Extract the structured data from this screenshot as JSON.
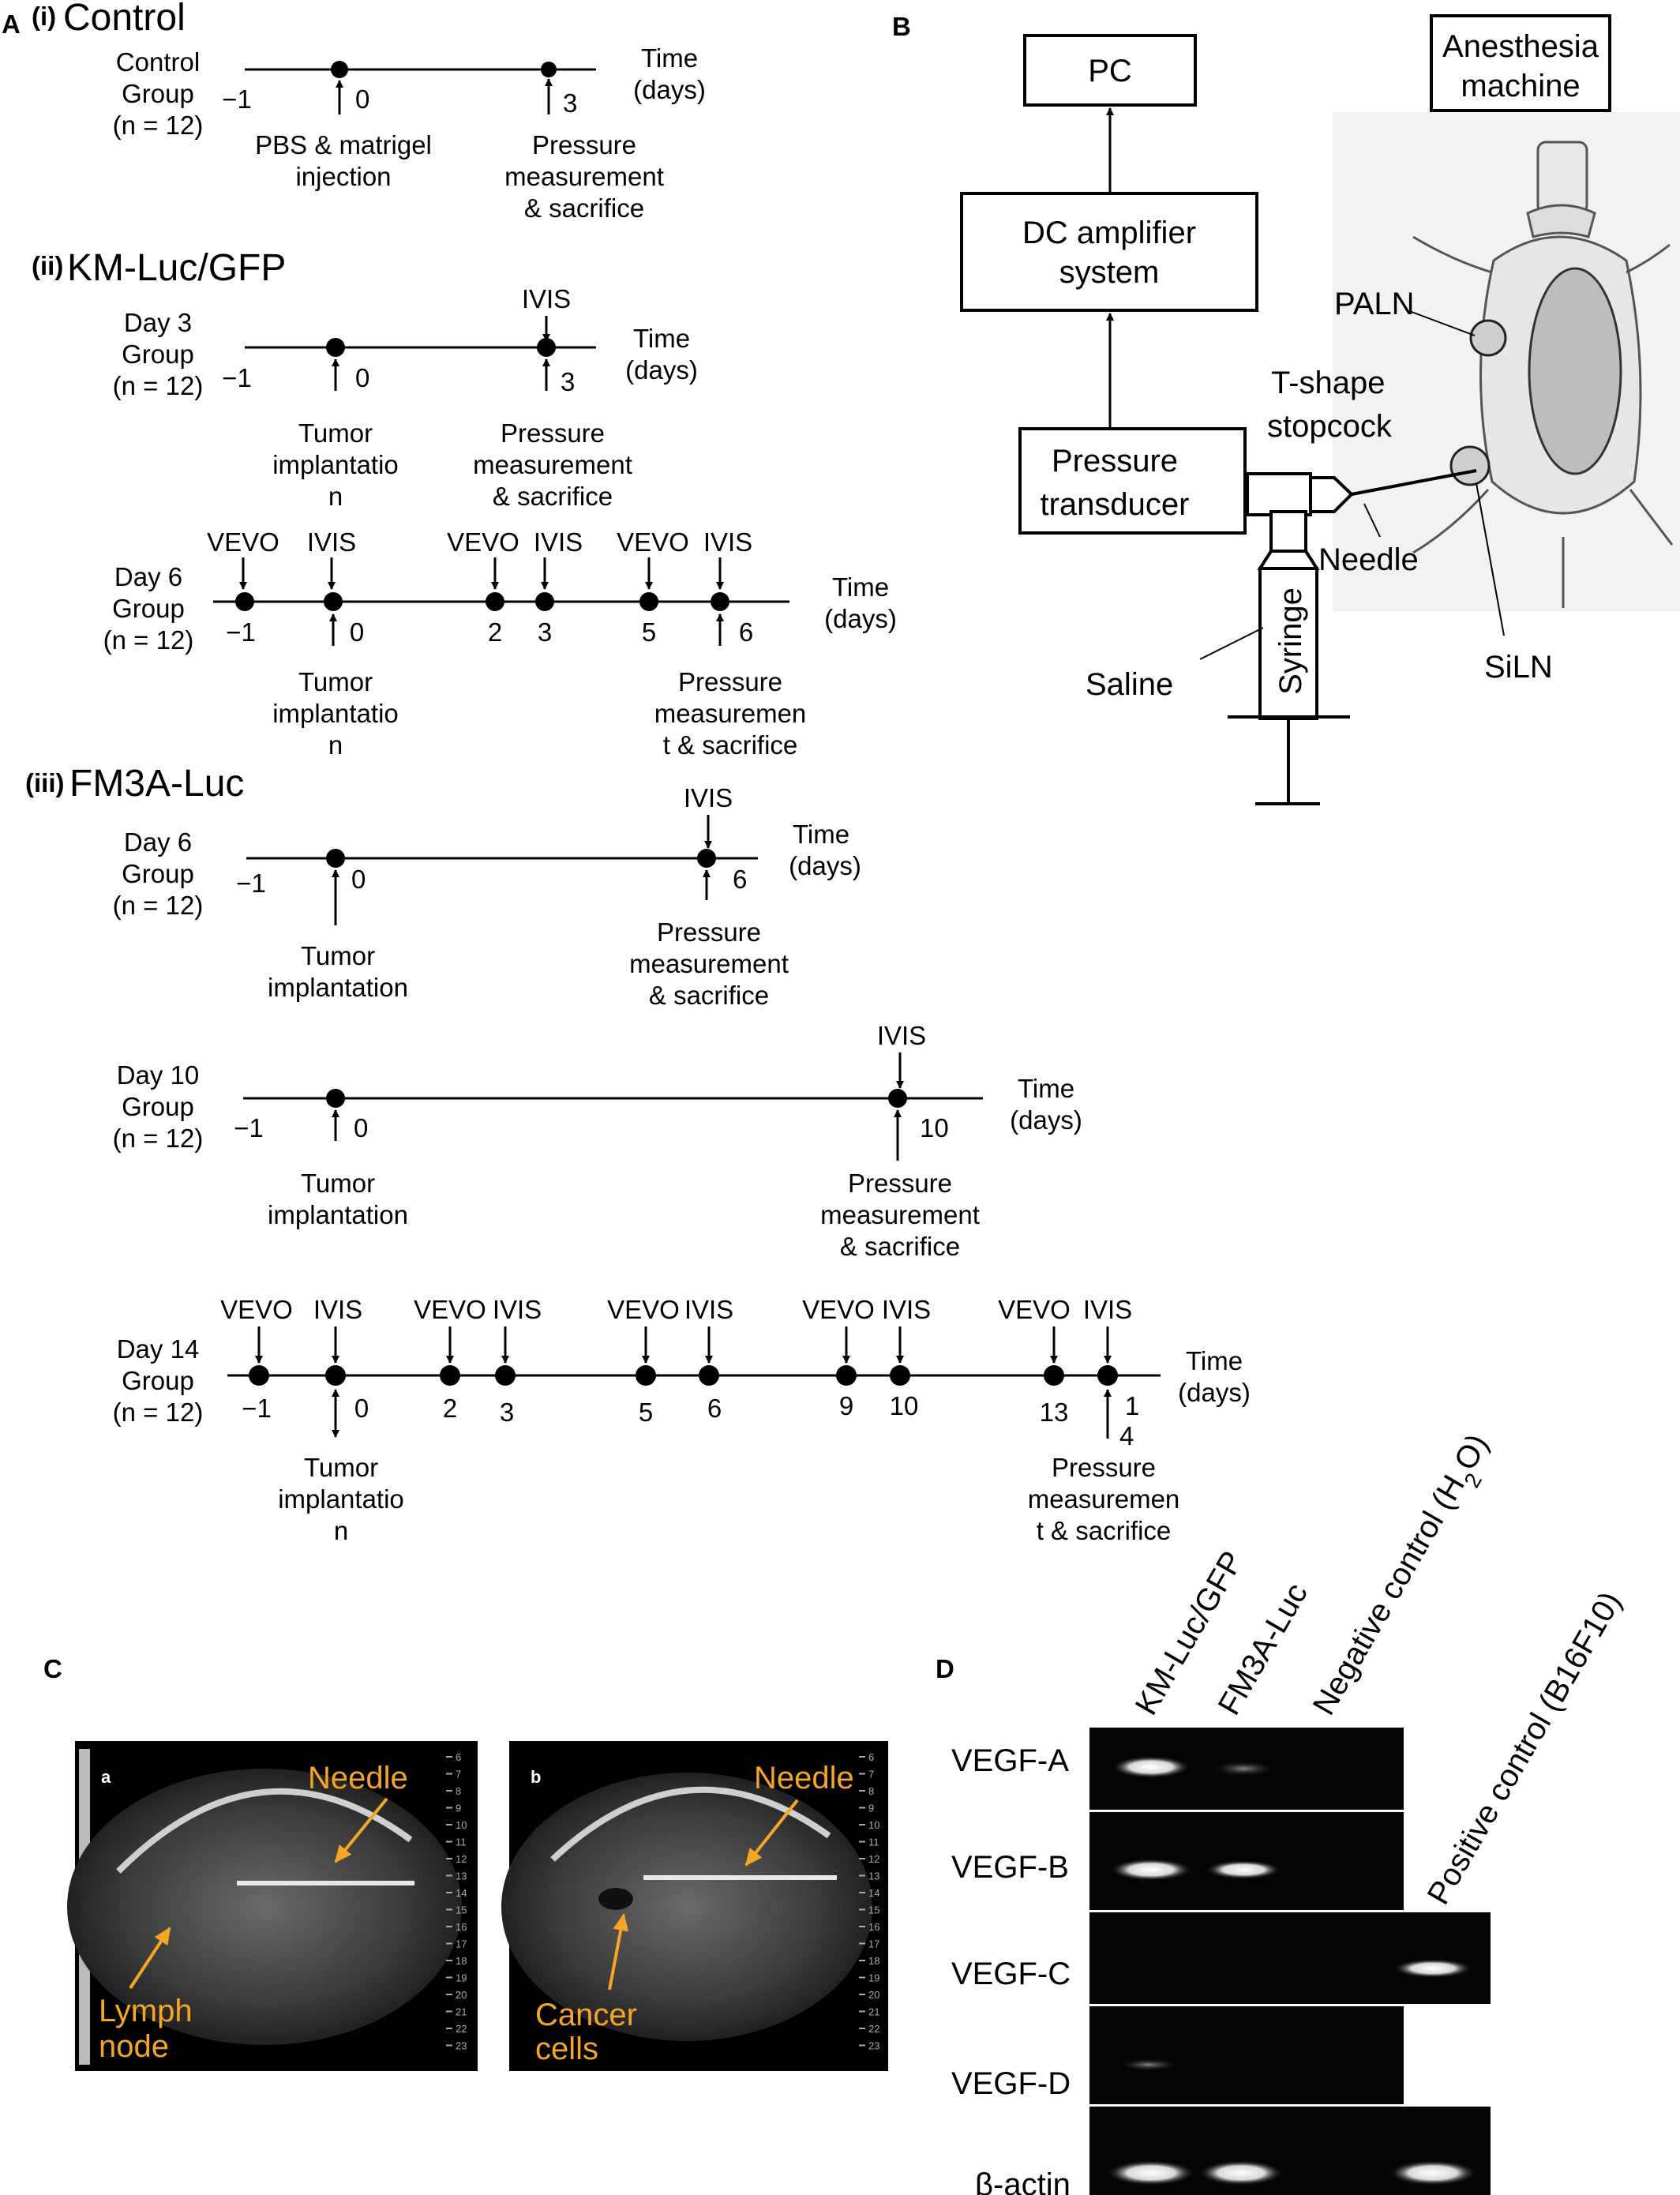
{
  "panel_a": {
    "label": "A",
    "control": {
      "tag": "(i)",
      "title": "Control",
      "group": [
        "Control",
        "Group",
        "(n = 12)"
      ],
      "ticks": [
        "−1",
        "0",
        "3"
      ],
      "time_label": [
        "Time",
        "(days)"
      ],
      "event0": [
        "PBS & matrigel",
        "injection"
      ],
      "event3": [
        "Pressure",
        "measurement",
        "& sacrifice"
      ]
    },
    "km": {
      "tag": "(ii)",
      "title": "KM-Luc/GFP",
      "day3": {
        "group": [
          "Day 3",
          "Group",
          "(n = 12)"
        ],
        "ticks": [
          "−1",
          "0",
          "3"
        ],
        "time_label": [
          "Time",
          "(days)"
        ],
        "ivis": "IVIS",
        "event0": [
          "Tumor",
          "implantatio",
          "n"
        ],
        "event3": [
          "Pressure",
          "measurement",
          "& sacrifice"
        ]
      },
      "day6": {
        "group": [
          "Day 6",
          "Group",
          "(n = 12)"
        ],
        "ticks": [
          "−1",
          "0",
          "2",
          "3",
          "5",
          "6"
        ],
        "time_label": [
          "Time",
          "(days)"
        ],
        "top_labels": [
          "VEVO",
          "IVIS",
          "VEVO",
          "IVIS",
          "VEVO",
          "IVIS"
        ],
        "event0": [
          "Tumor",
          "implantatio",
          "n"
        ],
        "event6": [
          "Pressure",
          "measuremen",
          "t & sacrifice"
        ]
      }
    },
    "fm3a": {
      "tag": "(iii)",
      "title": "FM3A-Luc",
      "day6": {
        "group": [
          "Day 6",
          "Group",
          "(n = 12)"
        ],
        "ticks": [
          "−1",
          "0",
          "6"
        ],
        "time_label": [
          "Time",
          "(days)"
        ],
        "ivis": "IVIS",
        "event0": [
          "Tumor",
          "implantation"
        ],
        "event6": [
          "Pressure",
          "measurement",
          "& sacrifice"
        ]
      },
      "day10": {
        "group": [
          "Day 10",
          "Group",
          "(n = 12)"
        ],
        "ticks": [
          "−1",
          "0",
          "10"
        ],
        "time_label": [
          "Time",
          "(days)"
        ],
        "ivis": "IVIS",
        "event0": [
          "Tumor",
          "implantation"
        ],
        "event10": [
          "Pressure",
          "measurement",
          "& sacrifice"
        ]
      },
      "day14": {
        "group": [
          "Day 14",
          "Group",
          "(n = 12)"
        ],
        "ticks": [
          "−1",
          "0",
          "2",
          "3",
          "5",
          "6",
          "9",
          "10",
          "13",
          "1",
          "4"
        ],
        "time_label": [
          "Time",
          "(days)"
        ],
        "top_labels": [
          "VEVO",
          "IVIS",
          "VEVO",
          "IVIS",
          "VEVO",
          "IVIS",
          "VEVO",
          "IVIS",
          "VEVO",
          "IVIS"
        ],
        "event0": [
          "Tumor",
          "implantatio",
          "n"
        ],
        "event14": [
          "Pressure",
          "measuremen",
          "t & sacrifice"
        ]
      }
    }
  },
  "panel_b": {
    "label": "B",
    "pc": "PC",
    "amplifier": [
      "DC amplifier",
      "system"
    ],
    "transducer": [
      "Pressure",
      "transducer"
    ],
    "anesthesia": [
      "Anesthesia",
      "machine"
    ],
    "syringe": "Syringe",
    "saline": "Saline",
    "needle": "Needle",
    "stopcock": [
      "T-shape",
      "stopcock"
    ],
    "paln": "PALN",
    "siln": "SiLN"
  },
  "panel_c": {
    "label": "C",
    "img_a": {
      "tag": "a",
      "needle": "Needle",
      "lymph": [
        "Lymph",
        "node"
      ]
    },
    "img_b": {
      "tag": "b",
      "needle": "Needle",
      "cancer": [
        "Cancer",
        "cells"
      ]
    },
    "scale_ticks": [
      "6",
      "7",
      "8",
      "9",
      "10",
      "11",
      "12",
      "13",
      "14",
      "15",
      "16",
      "17",
      "18",
      "19",
      "20",
      "21",
      "22",
      "23"
    ],
    "annotation_color": "#f5a623"
  },
  "panel_d": {
    "label": "D",
    "lanes": [
      "KM-Luc/GFP",
      "FM3A-Luc",
      "Negative control (H",
      "2",
      "O)",
      "Positive control (B16F10)"
    ],
    "rows": [
      "VEGF-A",
      "VEGF-B",
      "VEGF-C",
      "VEGF-D",
      "β-actin"
    ]
  }
}
